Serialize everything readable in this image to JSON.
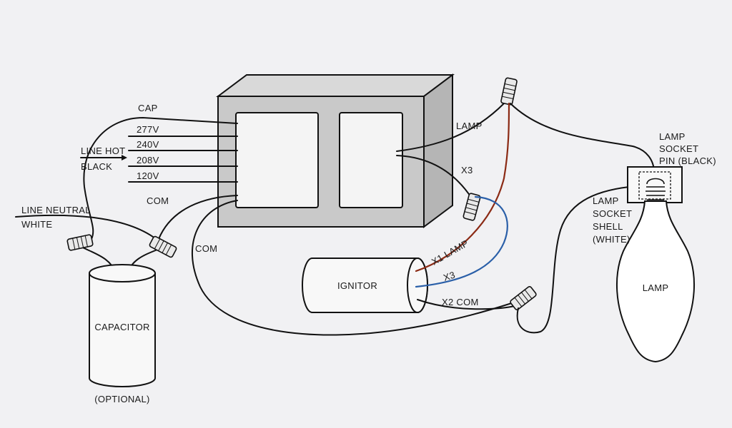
{
  "diagram": {
    "ballast": {
      "taps": [
        "277V",
        "240V",
        "208V",
        "120V"
      ],
      "cap_label": "CAP",
      "com_label": "COM",
      "lamp_label": "LAMP",
      "x3_label": "X3"
    },
    "line_hot": [
      "LINE HOT",
      "BLACK"
    ],
    "line_neutral": [
      "LINE NEUTRAL",
      "WHITE"
    ],
    "com_lower_label": "COM",
    "capacitor": {
      "label": "CAPACITOR",
      "note": "(OPTIONAL)"
    },
    "ignitor": {
      "label": "IGNITOR",
      "x1_label": "X1 LAMP",
      "x3_label": "X3",
      "x2_label": "X2 COM"
    },
    "socket_pin": [
      "LAMP",
      "SOCKET",
      "PIN (BLACK)"
    ],
    "socket_shell": [
      "LAMP",
      "SOCKET",
      "SHELL",
      "(WHITE)"
    ],
    "lamp": {
      "label": "LAMP"
    },
    "colors": {
      "x1_wire": "#8b2a14",
      "x3_wire": "#2a5fa8",
      "line": "#111111",
      "ballast_side": "#b5b5b5",
      "ballast_top": "#d9d9d9",
      "ballast_front": "#c9c9c9",
      "background": "#f1f1f3"
    }
  }
}
